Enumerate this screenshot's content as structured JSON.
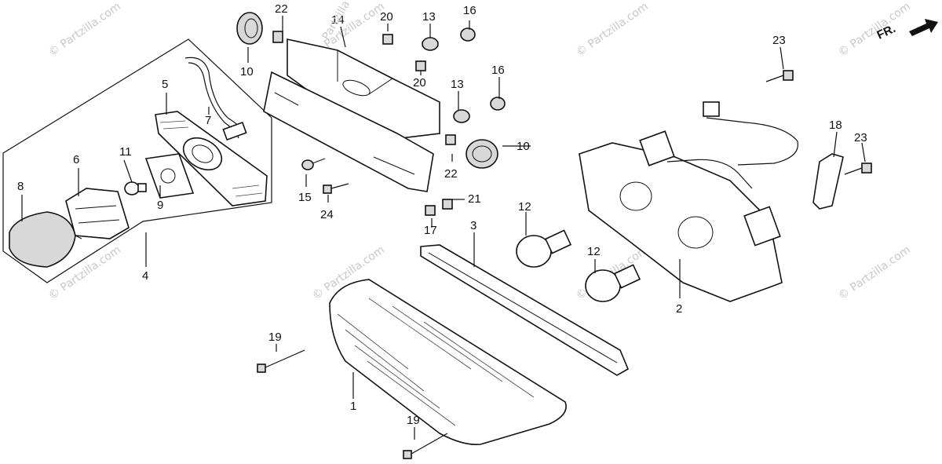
{
  "watermark": {
    "text": "© Partzilla.com",
    "top_text": "Partzilla"
  },
  "front_indicator": {
    "label": "FR."
  },
  "callouts": {
    "c1": "1",
    "c2": "2",
    "c3": "3",
    "c4": "4",
    "c5": "5",
    "c6": "6",
    "c7": "7",
    "c8": "8",
    "c9": "9",
    "c10a": "10",
    "c10b": "10",
    "c11": "11",
    "c12a": "12",
    "c12b": "12",
    "c13a": "13",
    "c13b": "13",
    "c14": "14",
    "c15": "15",
    "c16a": "16",
    "c16b": "16",
    "c17": "17",
    "c18": "18",
    "c19a": "19",
    "c19b": "19",
    "c20a": "20",
    "c20b": "20",
    "c21": "21",
    "c22a": "22",
    "c22b": "22",
    "c23a": "23",
    "c23b": "23",
    "c24": "24"
  }
}
